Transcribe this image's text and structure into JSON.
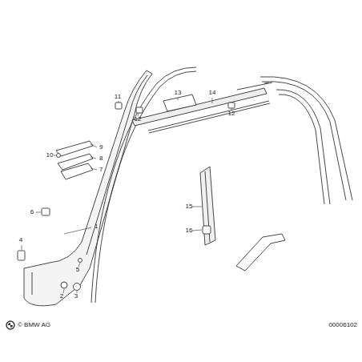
{
  "diagram": {
    "labels": [
      "1",
      "2",
      "3",
      "4",
      "5",
      "6",
      "7",
      "8",
      "9",
      "10",
      "11",
      "12",
      "12",
      "13",
      "14",
      "15",
      "16",
      "© BMW AG",
      "00006102"
    ]
  }
}
